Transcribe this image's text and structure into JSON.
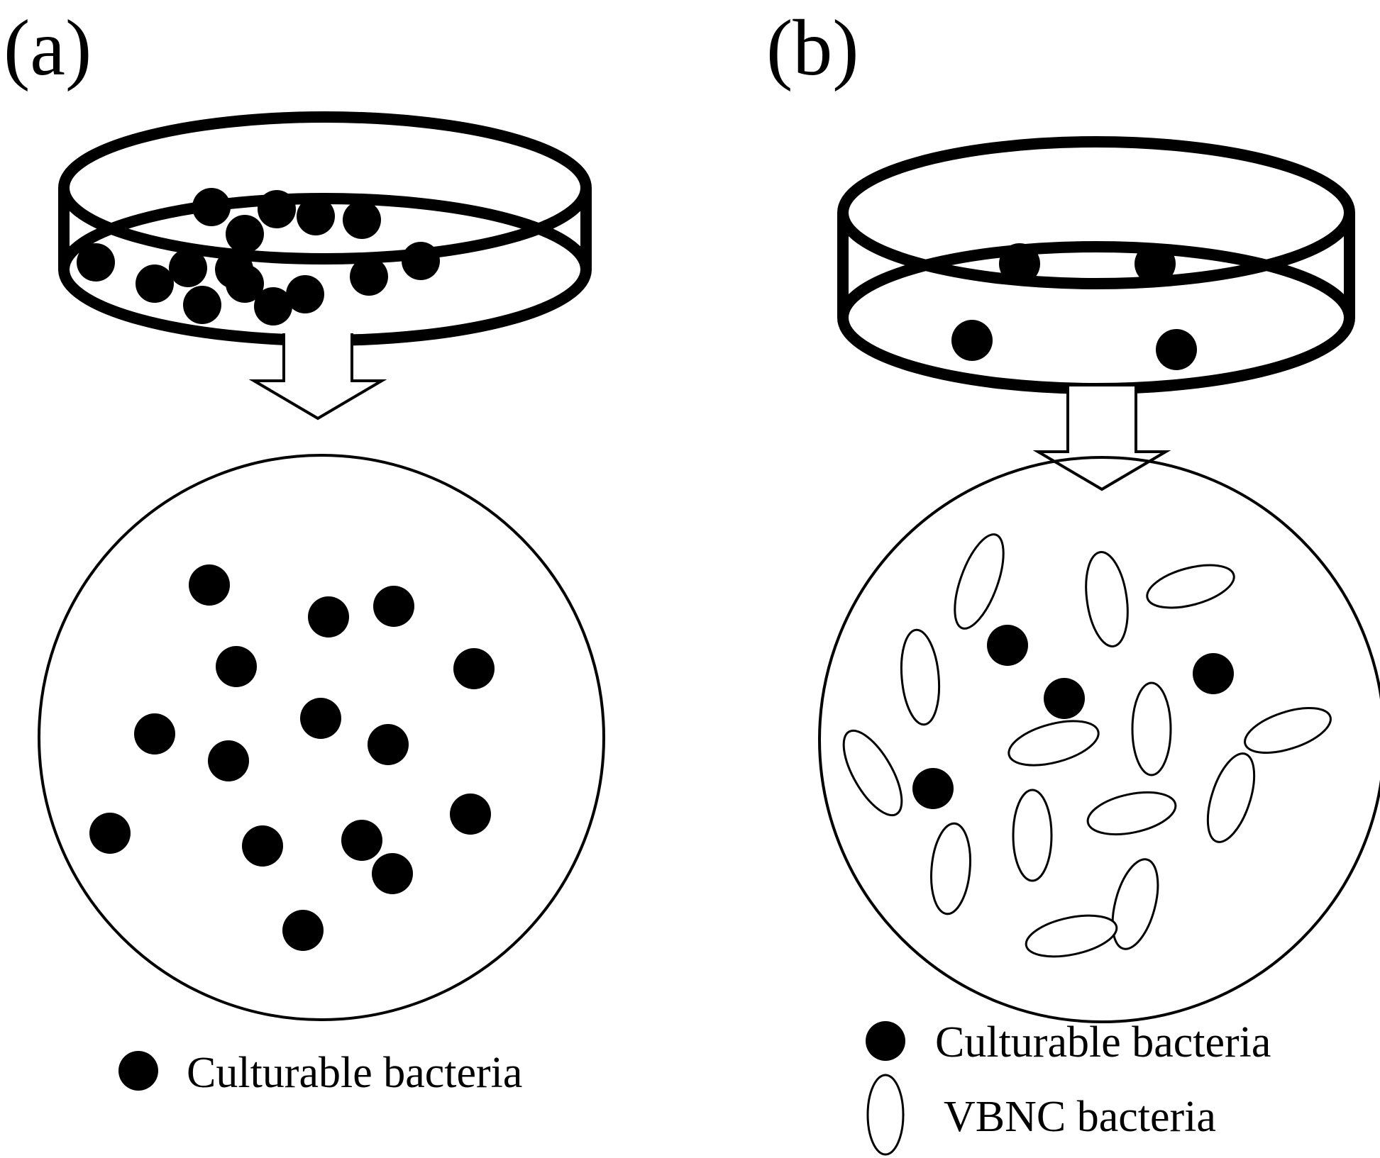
{
  "panel_a": {
    "label": "(a)",
    "legend": [
      {
        "marker": "culturable",
        "text": "Culturable bacteria"
      }
    ]
  },
  "panel_b": {
    "label": "(b)",
    "legend": [
      {
        "marker": "culturable",
        "text": "Culturable bacteria"
      },
      {
        "marker": "vbnc",
        "text": "VBNC bacteria"
      }
    ]
  },
  "colors": {
    "stroke": "#000000",
    "fill_culturable": "#000000",
    "fill_vbnc": "#ffffff",
    "background": "#ffffff"
  },
  "icons": {
    "dish": "petri-dish-icon",
    "arrow": "hollow-down-arrow-icon",
    "culturable": "filled-circle-icon",
    "vbnc": "hollow-ellipse-icon"
  }
}
